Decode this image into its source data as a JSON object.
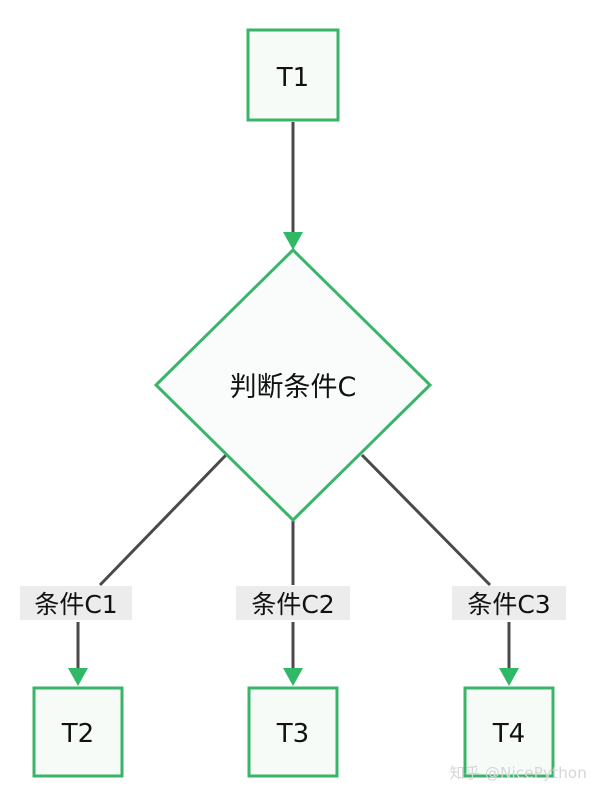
{
  "colors": {
    "node_border": "#39b56a",
    "node_fill": "#f7fbf8",
    "diamond_fill": "#fafcfb",
    "edge_line": "#4a4a4a",
    "arrow_head": "#2fb865",
    "edge_label_bg": "#ececec"
  },
  "nodes": {
    "t1": "T1",
    "decision": "判断条件C",
    "t2": "T2",
    "t3": "T3",
    "t4": "T4"
  },
  "edges": {
    "c1": "条件C1",
    "c2": "条件C2",
    "c3": "条件C3"
  },
  "watermark": "知乎 @NicePython"
}
